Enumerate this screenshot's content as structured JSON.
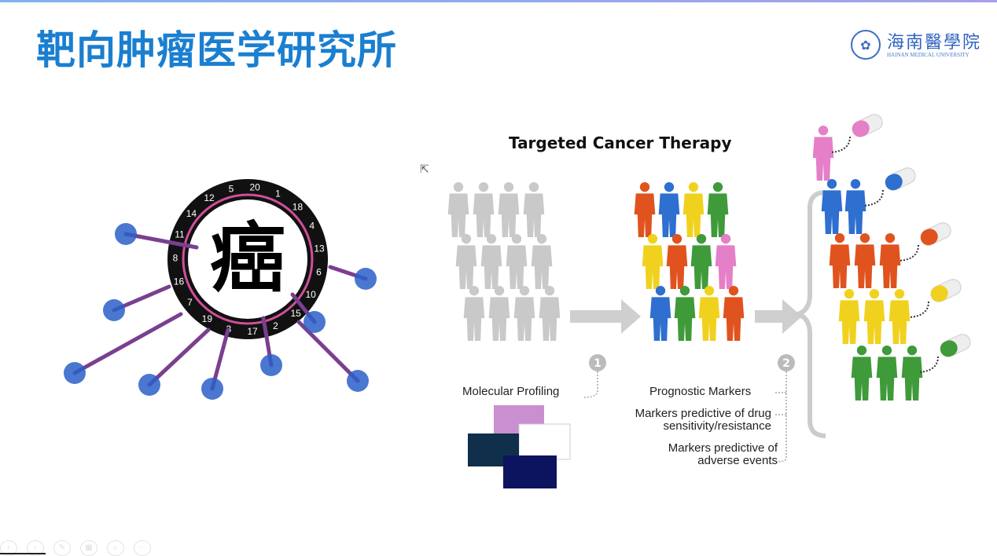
{
  "slide": {
    "title": "靶向肿瘤医学研究所"
  },
  "logo": {
    "name_cn": "海南醫學院",
    "name_en": "HAINAN MEDICAL UNIVERSITY"
  },
  "dartboard": {
    "center_char": "癌",
    "numbers": [
      "20",
      "1",
      "18",
      "4",
      "13",
      "6",
      "10",
      "15",
      "2",
      "17",
      "3",
      "19",
      "7",
      "16",
      "8",
      "11",
      "14",
      "12",
      "5"
    ]
  },
  "diagram": {
    "title": "Targeted Cancer Therapy",
    "step1": "1",
    "step2": "2",
    "molecular_profiling": "Molecular Profiling",
    "prognostic_markers": "Prognostic Markers",
    "drug_markers_line1": "Markers predictive of drug",
    "drug_markers_line2": "sensitivity/resistance",
    "adverse_line1": "Markers predictive of",
    "adverse_line2": "adverse events",
    "colors": {
      "pink": "#e57fc8",
      "blue": "#2e6fd0",
      "red": "#e0531e",
      "yellow": "#f0d21e",
      "green": "#3f9a3a",
      "gray": "#c9c9c9"
    }
  },
  "controls": [
    {
      "icon": "prev-icon",
      "glyph": "‹"
    },
    {
      "icon": "next-icon",
      "glyph": "›"
    },
    {
      "icon": "pen-icon",
      "glyph": "✎"
    },
    {
      "icon": "slides-icon",
      "glyph": "▦"
    },
    {
      "icon": "zoom-icon",
      "glyph": "⌕"
    },
    {
      "icon": "more-icon",
      "glyph": "⋯"
    }
  ]
}
